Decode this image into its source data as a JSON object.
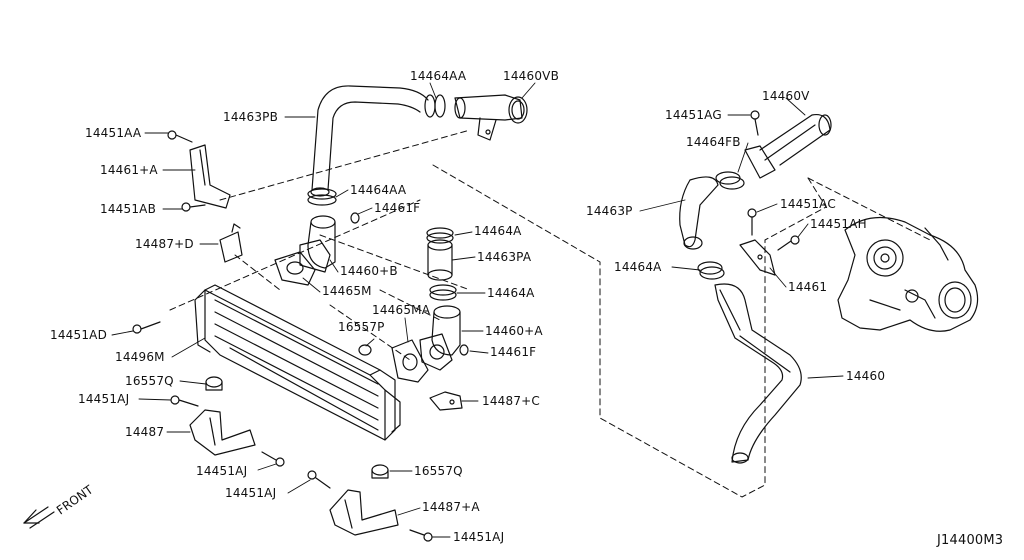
{
  "diagram": {
    "id": "J14400M3",
    "direction_label": "FRONT",
    "colors": {
      "line": "#111111",
      "background": "#ffffff"
    }
  },
  "labels": {
    "l_14464AA_top": "14464AA",
    "l_14460VB": "14460VB",
    "l_14463PB": "14463PB",
    "l_14451AA": "14451AA",
    "l_14461A": "14461+A",
    "l_14464AA_mid": "14464AA",
    "l_14461F_top": "14461F",
    "l_14451AB": "14451AB",
    "l_14487D": "14487+D",
    "l_14460B": "14460+B",
    "l_14465M": "14465M",
    "l_14464A_1": "14464A",
    "l_14463PA": "14463PA",
    "l_14464A_2": "14464A",
    "l_14465MA": "14465MA",
    "l_16557P": "16557P",
    "l_14460A": "14460+A",
    "l_14461F_bot": "14461F",
    "l_14451AD": "14451AD",
    "l_14496M": "14496M",
    "l_16557Q_1": "16557Q",
    "l_14451AJ_1": "14451AJ",
    "l_14487C": "14487+C",
    "l_14487": "14487",
    "l_14451AJ_2": "14451AJ",
    "l_16557Q_2": "16557Q",
    "l_14451AJ_3": "14451AJ",
    "l_14487A": "14487+A",
    "l_14451AJ_4": "14451AJ",
    "l_14460V": "14460V",
    "l_14451AG": "14451AG",
    "l_14464FB": "14464FB",
    "l_14463P": "14463P",
    "l_14451AC": "14451AC",
    "l_14451AH": "14451AH",
    "l_14464A_3": "14464A",
    "l_14461": "14461",
    "l_14460": "14460"
  }
}
